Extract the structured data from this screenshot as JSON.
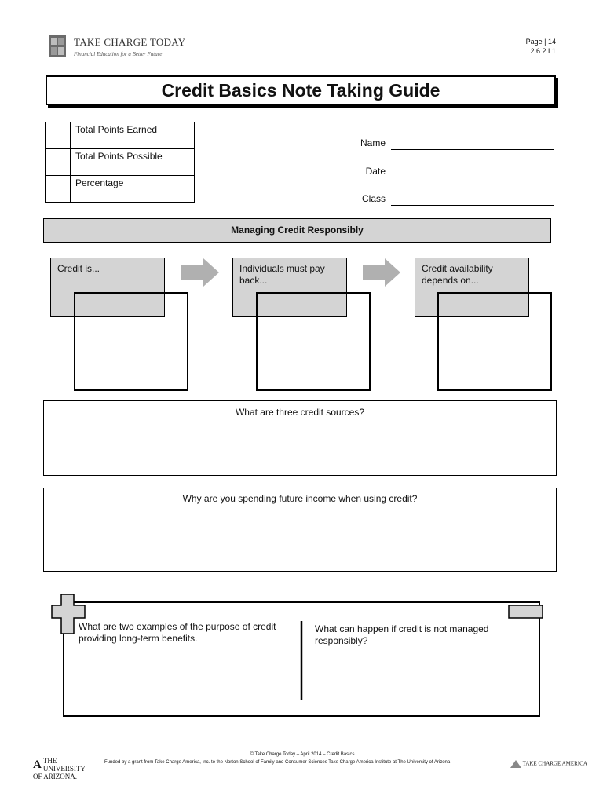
{
  "header": {
    "logo_title": "TAKE CHARGE TODAY",
    "logo_subtitle": "Financial Education for a Better Future",
    "page_label": "Page | 14",
    "lesson_code": "2.6.2.L1"
  },
  "title": "Credit Basics Note Taking Guide",
  "points_table": {
    "rows": [
      "Total Points Earned",
      "Total Points Possible",
      "Percentage"
    ]
  },
  "fields": {
    "name": "Name",
    "date": "Date",
    "class": "Class"
  },
  "section_title": "Managing Credit Responsibly",
  "flow": {
    "box1": "Credit is...",
    "box2": "Individuals must pay back...",
    "box3": "Credit availability depends on..."
  },
  "questions": {
    "q1": "What are three credit sources?",
    "q2": "Why are you spending future income when using credit?",
    "q3": "What are two examples of the purpose of credit providing long-term benefits.",
    "q4": "What can happen if credit is not managed responsibly?"
  },
  "footer": {
    "copyright": "© Take Charge Today – April 2014 – Credit Basics",
    "funding": "Funded by a grant from Take Charge America, Inc. to the Norton School of Family and Consumer Sciences Take Charge America Institute at The University of Arizona",
    "ua_line1": "THE UNIVERSITY",
    "ua_line2": "OF ARIZONA.",
    "tca_logo": "TAKE CHARGE AMERICA"
  }
}
